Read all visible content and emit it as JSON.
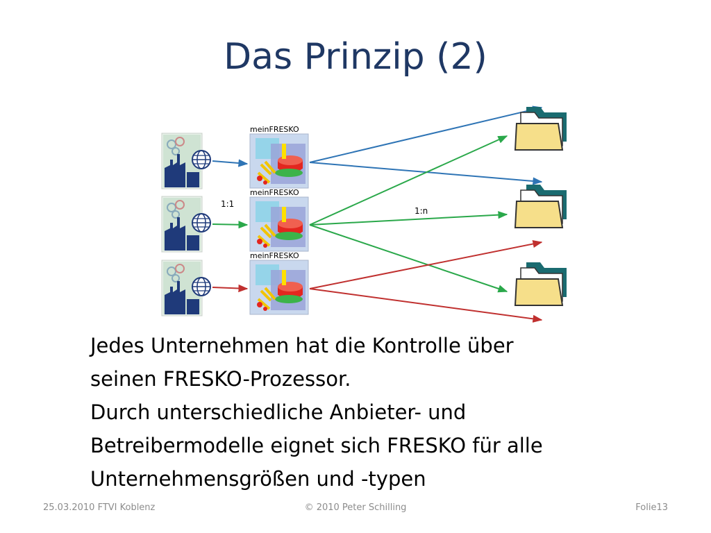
{
  "slide": {
    "title": "Das Prinzip (2)",
    "body_lines": [
      "Jedes Unternehmen hat die Kontrolle über",
      "seinen FRESKO-Prozessor.",
      "Durch unterschiedliche Anbieter- und",
      "Betreibermodelle eignet sich FRESKO für alle",
      "Unternehmensgrößen und -typen"
    ]
  },
  "diagram": {
    "processor_label": "meinFRESKO",
    "ratio_left": "1:1",
    "ratio_right": "1:n",
    "colors": {
      "blue": "#2e74b5",
      "green": "#2aa84a",
      "red": "#c0302f"
    }
  },
  "footer": {
    "left": "25.03.2010 FTVI Koblenz",
    "center": "© 2010 Peter Schilling",
    "right": "Folie13"
  }
}
